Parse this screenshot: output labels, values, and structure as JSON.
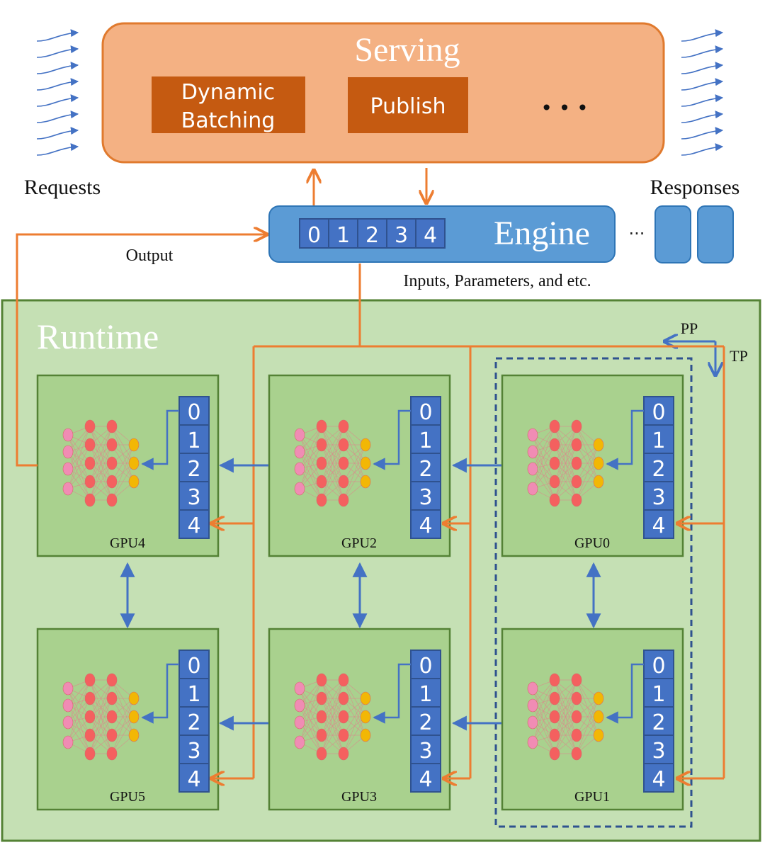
{
  "serving": {
    "title": "Serving",
    "modules": [
      "Dynamic",
      "Batching",
      "Publish"
    ],
    "more": "• • •"
  },
  "side_labels": {
    "requests": "Requests",
    "responses": "Responses"
  },
  "engine": {
    "title": "Engine",
    "slots": [
      "0",
      "1",
      "2",
      "3",
      "4"
    ],
    "more": "···",
    "inputs_label": "Inputs, Parameters, and etc.",
    "output_label": "Output"
  },
  "runtime": {
    "title": "Runtime",
    "pp_label": "PP",
    "tp_label": "TP",
    "gpus": [
      "GPU4",
      "GPU2",
      "GPU0",
      "GPU5",
      "GPU3",
      "GPU1"
    ],
    "slots": [
      "0",
      "1",
      "2",
      "3",
      "4"
    ]
  },
  "colors": {
    "serving_fill": "#f4b183",
    "serving_stroke": "#e07a2e",
    "module_fill": "#c55a11",
    "engine_fill": "#5b9bd5",
    "slot_fill": "#4472c4",
    "slot_stroke": "#2f528f",
    "runtime_fill": "#c5e0b4",
    "runtime_stroke": "#548235",
    "gpu_fill": "#a9d18e",
    "orange_line": "#ed7d31",
    "blue_line": "#4472c4",
    "neuron_pink": "#f08cb4",
    "neuron_red": "#f4605f",
    "neuron_yellow": "#f2b705"
  }
}
